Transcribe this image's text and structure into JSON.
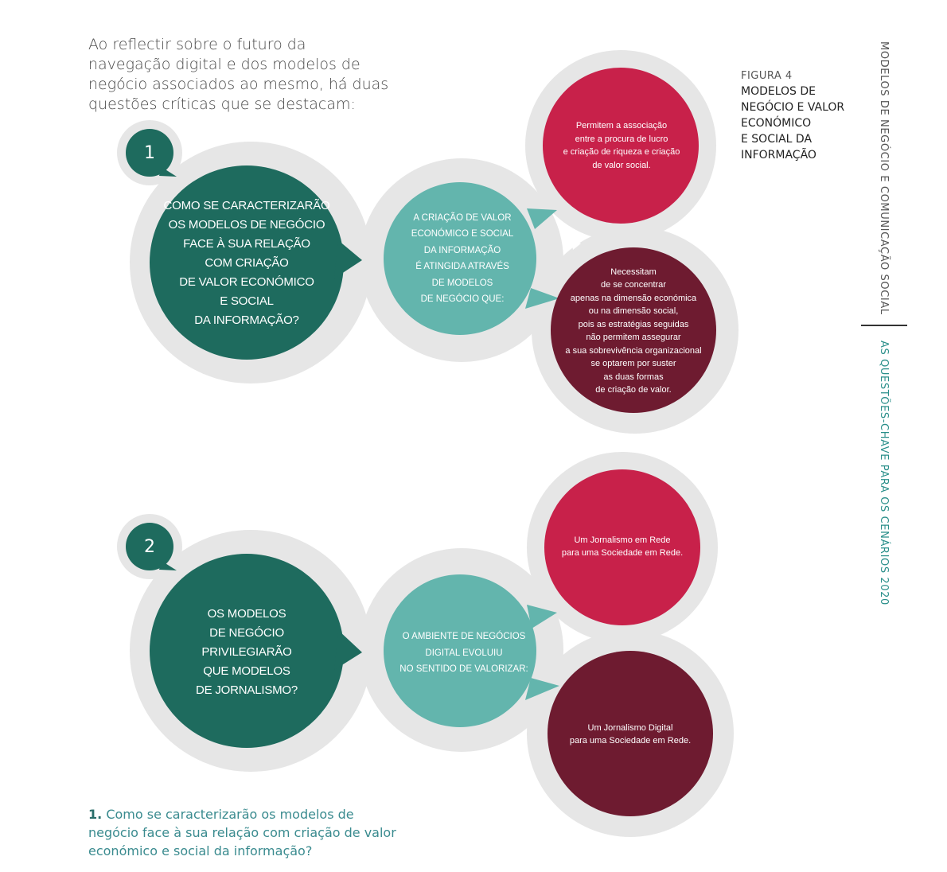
{
  "intro_text": "Ao reflectir sobre o futuro da navegação digital e dos modelos de negócio associados ao mesmo, há duas questões críticas que se destacam:",
  "figure": {
    "label": "FIGURA 4",
    "title": "MODELOS DE\nNEGÓCIO E VALOR\nECONÓMICO\nE SOCIAL DA\nINFORMAÇÃO"
  },
  "side_headers": {
    "top": "MODELOS DE NEGÓCIO E COMUNICAÇÃO SOCIAL",
    "bottom": "AS QUESTÕES-CHAVE PARA OS CENÁRIOS 2020"
  },
  "colors": {
    "dark_green": "#1e6b5e",
    "teal": "#63b5ad",
    "crimson": "#c8214a",
    "maroon": "#6e1b30",
    "halo_grey": "#e6e6e6"
  },
  "block1": {
    "number": "1",
    "question": "COMO SE CARACTERIZARÃO\nOS MODELOS DE NEGÓCIO\nFACE À SUA RELAÇÃO\nCOM CRIAÇÃO\nDE VALOR ECONÓMICO\nE SOCIAL\nDA INFORMAÇÃO?",
    "middle": "A CRIAÇÃO DE VALOR\nECONÓMICO E SOCIAL\nDA INFORMAÇÃO\nÉ ATINGIDA ATRAVÉS\nDE MODELOS\nDE NEGÓCIO QUE:",
    "answer_top": "Permitem a associação\nentre a procura de lucro\ne criação de riqueza e criação\nde valor social.",
    "answer_bottom": "Necessitam\nde se concentrar\napenas na dimensão económica\nou na dimensão social,\npois as estratégias seguidas\nnão permitem assegurar\na sua sobrevivência organizacional\nse optarem por suster\nas duas formas\nde criação de valor."
  },
  "block2": {
    "number": "2",
    "question": "OS MODELOS\nDE NEGÓCIO\nPRIVILEGIARÃO\nQUE MODELOS\nDE JORNALISMO?",
    "middle": "O AMBIENTE DE NEGÓCIOS\nDIGITAL EVOLUIU\nNO SENTIDO DE VALORIZAR:",
    "answer_top": "Um Jornalismo em Rede\npara uma Sociedade em Rede.",
    "answer_bottom": "Um Jornalismo Digital\npara uma Sociedade em Rede."
  },
  "footnote": {
    "number": "1.",
    "text": "Como se caracterizarão os modelos de negócio face à sua relação com criação de valor económico e social da informação?"
  }
}
